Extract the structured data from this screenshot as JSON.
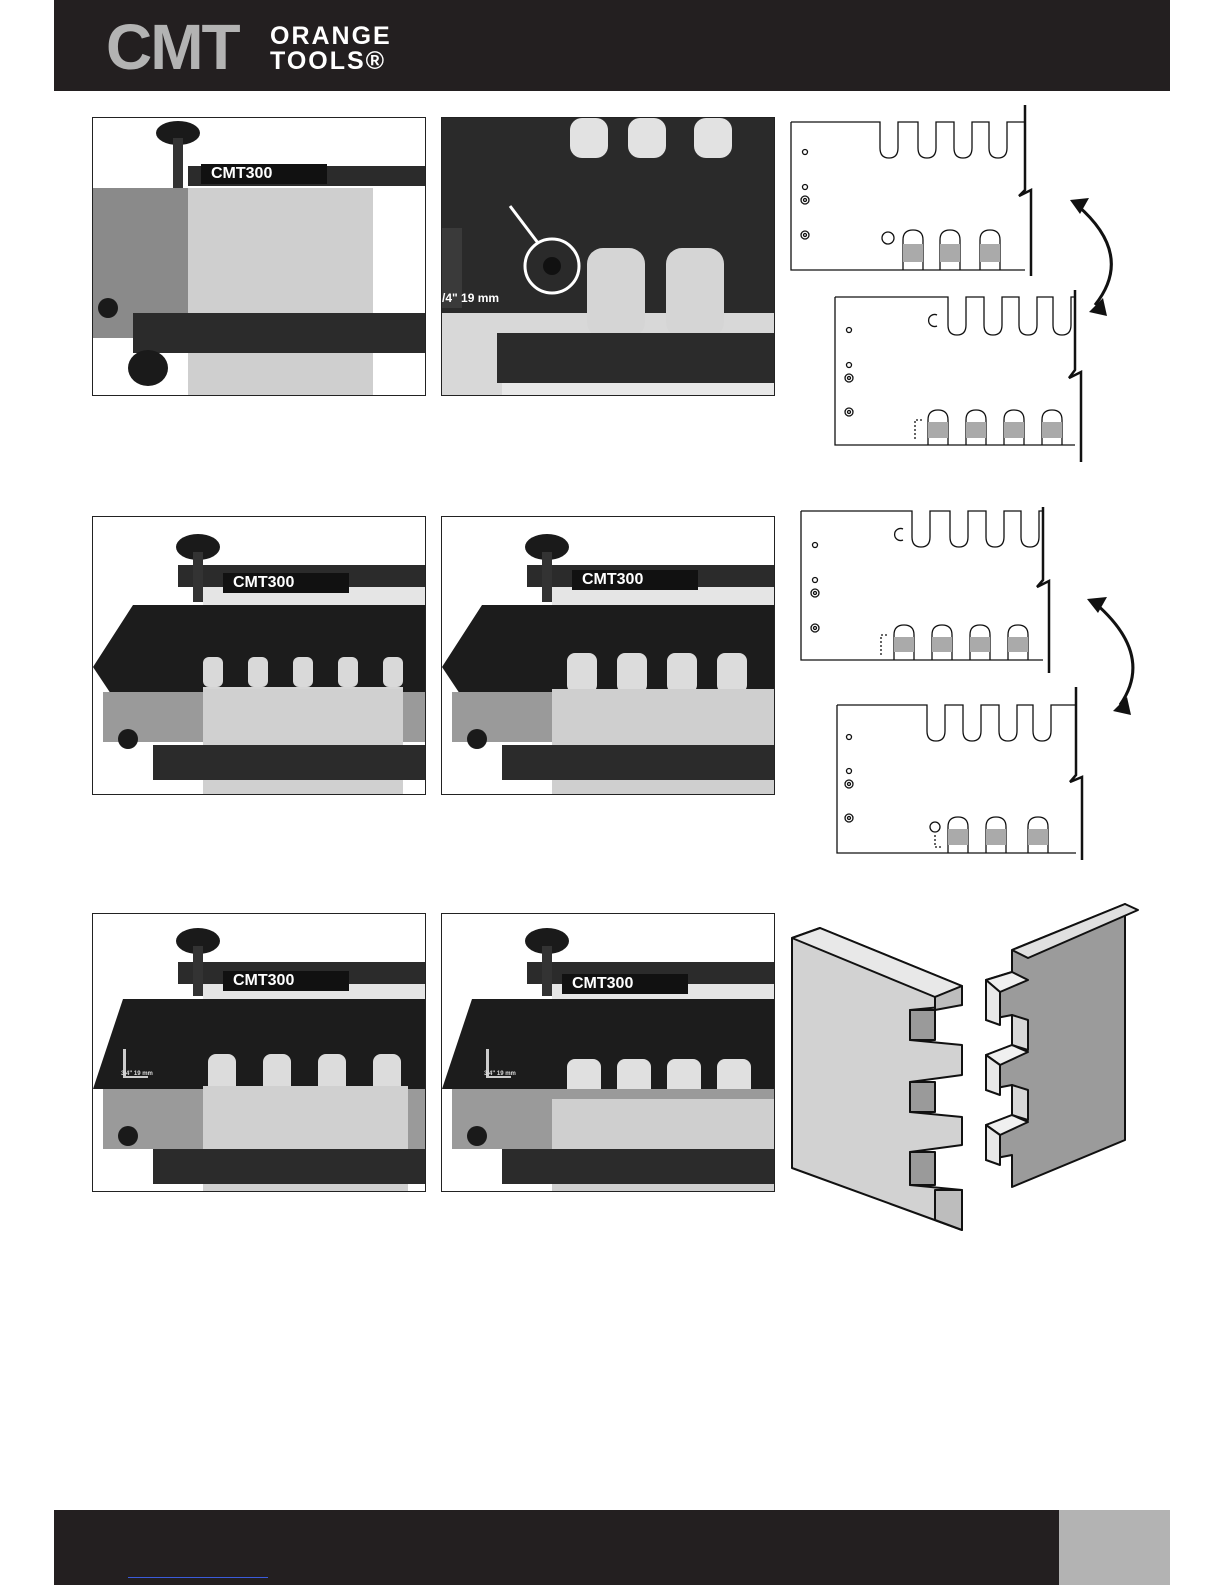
{
  "header": {
    "logo_main": "CMT",
    "logo_line1": "ORANGE",
    "logo_line2": "TOOLS®"
  },
  "photos": [
    {
      "label": "CMT300"
    },
    {
      "caption": "/4\"  19 mm"
    },
    {
      "label": "CMT300"
    },
    {
      "label": "CMT300"
    },
    {
      "label": "CMT300",
      "caption": "3/4\"  19 mm"
    },
    {
      "label": "CMT300",
      "caption": "3/4\"  19 mm"
    }
  ],
  "colors": {
    "header": "#231f20",
    "page_box": "#b3b3b3"
  }
}
